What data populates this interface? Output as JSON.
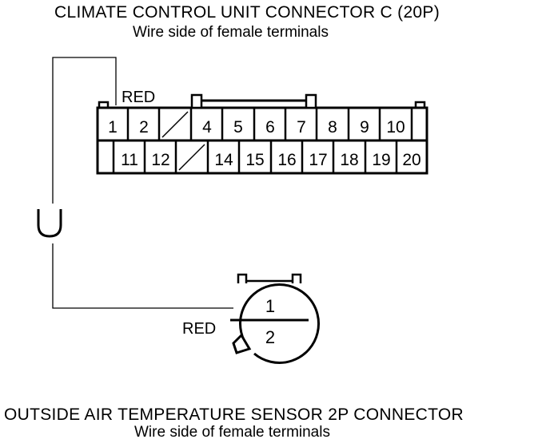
{
  "top_connector": {
    "title": "CLIMATE CONTROL UNIT CONNECTOR C (20P)",
    "subtitle": "Wire side of female terminals",
    "wire_color_label": "RED",
    "row1": [
      "1",
      "2",
      "",
      "4",
      "5",
      "6",
      "7",
      "8",
      "9",
      "10"
    ],
    "row2": [
      "",
      "11",
      "12",
      "",
      "14",
      "15",
      "16",
      "17",
      "18",
      "19",
      "20"
    ]
  },
  "bottom_connector": {
    "title": "OUTSIDE AIR TEMPERATURE SENSOR 2P CONNECTOR",
    "subtitle": "Wire side of female terminals",
    "wire_color_label": "RED",
    "terminals": [
      "1",
      "2"
    ]
  },
  "wire_break_symbol": "U"
}
